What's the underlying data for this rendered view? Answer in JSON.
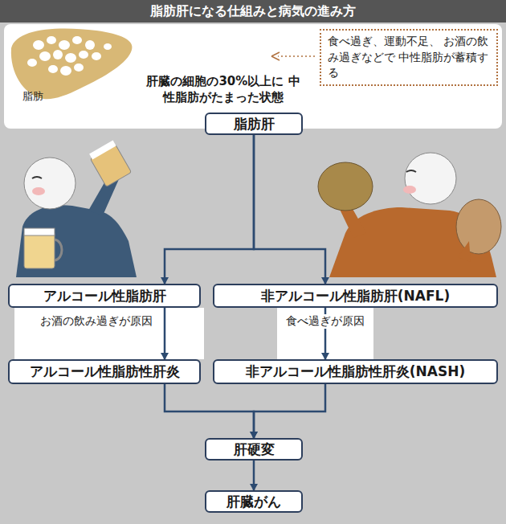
{
  "diagram": {
    "title": "脂肪肝になる仕組みと病気の進み方",
    "nodes": [
      {
        "text": [
          "食べ過ぎ、運動不足、 お酒の飲み過ぎなどで 中性脂肪が蓄積する"
        ]
      },
      {
        "text": [
          "脂肪肝"
        ]
      },
      {
        "text": [
          "アルコール性脂肪肝"
        ]
      },
      {
        "text": [
          "非アルコール性脂肪肝(NAFL)"
        ]
      },
      {
        "text": [
          "アルコール性脂肪性肝炎"
        ]
      },
      {
        "text": [
          "非アルコール性脂肪性肝炎(NASH)"
        ]
      },
      {
        "text": [
          "肝硬変"
        ]
      },
      {
        "text": [
          "肝臓がん"
        ]
      }
    ],
    "edges": [
      {
        "from": 1,
        "to": 2,
        "arrow": "to"
      },
      {
        "from": 1,
        "to": 3,
        "arrow": "to"
      },
      {
        "from": 2,
        "to": 4,
        "label": "お酒の飲み過ぎが原因",
        "arrow": "to"
      },
      {
        "from": 3,
        "to": 5,
        "label": "食べ過ぎが原因",
        "arrow": "to"
      },
      {
        "from": 4,
        "to": 6,
        "arrow": "to"
      },
      {
        "from": 5,
        "to": 6,
        "arrow": "to"
      },
      {
        "from": 6,
        "to": 7,
        "arrow": "to"
      }
    ],
    "labels": [
      "脂肪",
      "肝臓の細胞の30%以上に 中性脂肪がたまった状態"
    ]
  }
}
